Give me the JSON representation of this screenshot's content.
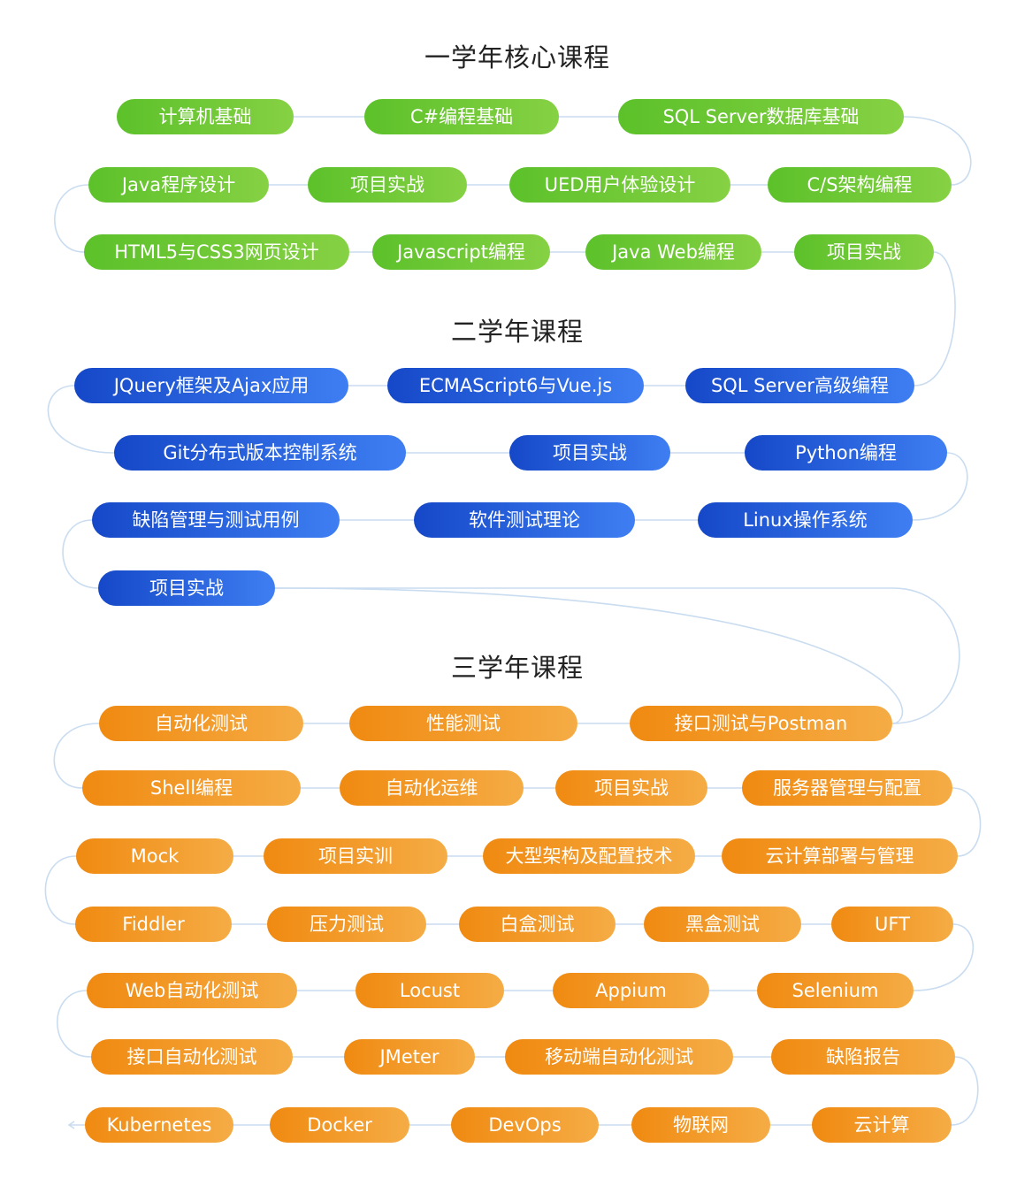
{
  "colors": {
    "green": "#5cc12a",
    "blue": "#1548c8",
    "orange": "#f08a11",
    "connector": "#c9dcf0"
  },
  "sections": [
    {
      "title": "一学年核心课程",
      "color": "green",
      "rows": [
        [
          "计算机基础",
          "C#编程基础",
          "SQL Server数据库基础"
        ],
        [
          "Java程序设计",
          "项目实战",
          "UED用户体验设计",
          "C/S架构编程"
        ],
        [
          "HTML5与CSS3网页设计",
          "Javascript编程",
          "Java Web编程",
          "项目实战"
        ]
      ]
    },
    {
      "title": "二学年课程",
      "color": "blue",
      "rows": [
        [
          "JQuery框架及Ajax应用",
          "ECMAScript6与Vue.js",
          "SQL Server高级编程"
        ],
        [
          "Git分布式版本控制系统",
          "项目实战",
          "Python编程"
        ],
        [
          "缺陷管理与测试用例",
          "软件测试理论",
          "Linux操作系统"
        ],
        [
          "项目实战"
        ]
      ]
    },
    {
      "title": "三学年课程",
      "color": "orange",
      "rows": [
        [
          "自动化测试",
          "性能测试",
          "接口测试与Postman"
        ],
        [
          "Shell编程",
          "自动化运维",
          "项目实战",
          "服务器管理与配置"
        ],
        [
          "Mock",
          "项目实训",
          "大型架构及配置技术",
          "云计算部署与管理"
        ],
        [
          "Fiddler",
          "压力测试",
          "白盒测试",
          "黑盒测试",
          "UFT"
        ],
        [
          "Web自动化测试",
          "Locust",
          "Appium",
          "Selenium"
        ],
        [
          "接口自动化测试",
          "JMeter",
          "移动端自动化测试",
          "缺陷报告"
        ],
        [
          "Kubernetes",
          "Docker",
          "DevOps",
          "物联网",
          "云计算"
        ]
      ]
    }
  ]
}
